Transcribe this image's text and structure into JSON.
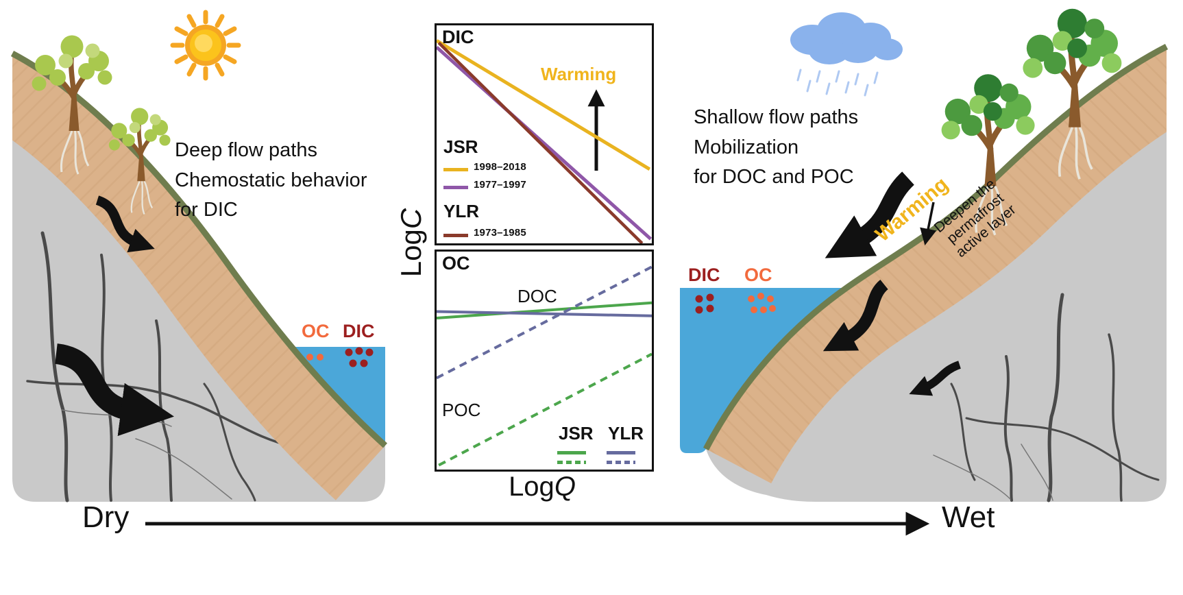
{
  "palette": {
    "water": "#4BA7D9",
    "soil": "#DBB28A",
    "bedrock": "#C9C9C9",
    "surface_green": "#6F7D4E",
    "warming_yellow": "#F0B41C",
    "oc_orange": "#F26A3D",
    "dic_red": "#9C1F1F"
  },
  "left_panel": {
    "caption": [
      "Deep flow paths",
      "Chemostatic behavior",
      "for DIC"
    ],
    "water_labels": {
      "oc": "OC",
      "dic": "DIC"
    }
  },
  "right_panel": {
    "caption": [
      "Shallow flow paths",
      "Mobilization",
      "for DOC and POC"
    ],
    "warming": "Warming",
    "permafrost": [
      "Deepen the",
      "permafrost",
      "active layer"
    ],
    "water_labels": {
      "dic": "DIC",
      "oc": "OC"
    }
  },
  "axis": {
    "dry": "Dry",
    "wet": "Wet"
  },
  "plots": {
    "y_label_prefix": "Log",
    "y_label_var": "C",
    "x_label_prefix": "Log",
    "x_label_var": "Q",
    "dic": {
      "title": "DIC",
      "warming": "Warming",
      "legend_jsr": "JSR",
      "legend_ylr": "YLR",
      "period_1": "1998–2018",
      "period_2": "1977–1997",
      "period_3": "1973–1985"
    },
    "oc": {
      "title": "OC",
      "doc_label": "DOC",
      "poc_label": "POC",
      "legend_jsr": "JSR",
      "legend_ylr": "YLR"
    }
  },
  "chart_data": [
    {
      "type": "line",
      "title": "DIC",
      "xlabel": "LogQ",
      "ylabel": "LogC",
      "annotation": "Warming",
      "axes_ticks": "none (schematic)",
      "series": [
        {
          "name": "JSR 1998–2018",
          "color": "#E9B320",
          "style": "solid",
          "width": 5,
          "points": [
            [
              0.0,
              0.93
            ],
            [
              0.99,
              0.34
            ]
          ]
        },
        {
          "name": "JSR 1977–1997",
          "color": "#8F57A8",
          "style": "solid",
          "width": 5,
          "points": [
            [
              0.0,
              0.9
            ],
            [
              0.995,
              0.02
            ]
          ]
        },
        {
          "name": "YLR 1973–1985",
          "color": "#8A3A2B",
          "style": "solid",
          "width": 4.5,
          "points": [
            [
              0.01,
              0.92
            ],
            [
              0.955,
              0.0
            ]
          ]
        }
      ]
    },
    {
      "type": "line",
      "title": "OC",
      "xlabel": "LogQ",
      "ylabel": "LogC",
      "annotation": "DOC solid lines, POC dashed lines",
      "axes_ticks": "none (schematic)",
      "series": [
        {
          "name": "JSR DOC",
          "color": "#4CA64C",
          "style": "solid",
          "width": 4,
          "points": [
            [
              0.0,
              0.695
            ],
            [
              1.0,
              0.765
            ]
          ]
        },
        {
          "name": "YLR DOC",
          "color": "#666B9E",
          "style": "solid",
          "width": 4,
          "points": [
            [
              0.0,
              0.725
            ],
            [
              1.0,
              0.705
            ]
          ]
        },
        {
          "name": "YLR POC",
          "color": "#666B9E",
          "style": "dashed",
          "width": 4,
          "points": [
            [
              0.0,
              0.42
            ],
            [
              1.0,
              0.93
            ]
          ]
        },
        {
          "name": "JSR POC",
          "color": "#4CA64C",
          "style": "dashed",
          "width": 4,
          "points": [
            [
              0.01,
              0.02
            ],
            [
              1.0,
              0.53
            ]
          ]
        }
      ]
    }
  ]
}
